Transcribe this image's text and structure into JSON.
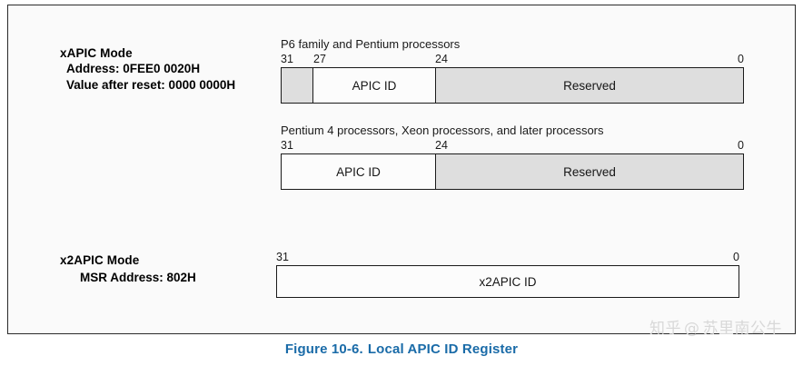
{
  "figure": {
    "caption_number": "Figure 10-6.",
    "caption_title": "Local APIC ID Register",
    "caption_color": "#1a6ba8",
    "frame_border_color": "#2b2b2b",
    "background_color": "#fafafa"
  },
  "modes": {
    "xapic": {
      "title": "xAPIC Mode",
      "address_line": "Address: 0FEE0 0020H",
      "reset_line": "Value after reset: 0000 0000H"
    },
    "x2apic": {
      "title": "x2APIC Mode",
      "msr_line": "MSR Address: 802H"
    }
  },
  "registers": [
    {
      "id": "p6-family",
      "caption": "P6 family and Pentium processors",
      "bit_labels": [
        "31",
        "27",
        "24",
        "0"
      ],
      "fields": [
        {
          "label": "",
          "type": "shaded"
        },
        {
          "label": "APIC ID",
          "type": "clear"
        },
        {
          "label": "Reserved",
          "type": "shaded"
        }
      ]
    },
    {
      "id": "pentium4-xeon",
      "caption": "Pentium 4 processors, Xeon processors, and later processors",
      "bit_labels": [
        "31",
        "24",
        "0"
      ],
      "fields": [
        {
          "label": "APIC ID",
          "type": "clear"
        },
        {
          "label": "Reserved",
          "type": "shaded"
        }
      ]
    },
    {
      "id": "x2apic",
      "caption": "",
      "bit_labels": [
        "31",
        "0"
      ],
      "fields": [
        {
          "label": "x2APIC ID",
          "type": "clear"
        }
      ]
    }
  ],
  "watermark": {
    "site": "知乎",
    "at": "@",
    "user": "苏里南公牛"
  }
}
